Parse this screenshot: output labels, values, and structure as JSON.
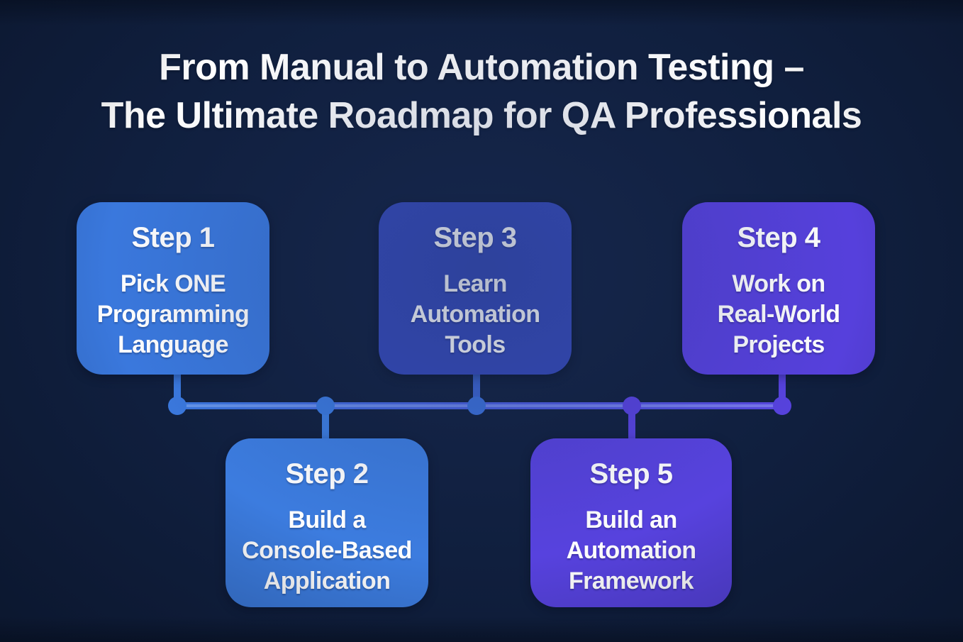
{
  "title": {
    "line1": "From Manual to Automation Testing –",
    "line2": "The Ultimate Roadmap for QA Professionals"
  },
  "steps": [
    {
      "label": "Step 1",
      "description": "Pick ONE\nProgramming\nLanguage",
      "color": "#3a78dd"
    },
    {
      "label": "Step 2",
      "description": "Build a\nConsole-Based\nApplication",
      "color": "#3c7cdf"
    },
    {
      "label": "Step 3",
      "description": "Learn\nAutomation\nTools",
      "color": "#3448b7"
    },
    {
      "label": "Step 4",
      "description": "Work on\nReal-World\nProjects",
      "color": "#5640dc"
    },
    {
      "label": "Step 5",
      "description": "Build an\nAutomation\nFramework",
      "color": "#5742de"
    }
  ],
  "timeline": {
    "line_color_start": "#3a76dd",
    "line_color_end": "#5847e0",
    "dot_colors": [
      "#3a78dd",
      "#3a78dd",
      "#3b6fd9",
      "#5742de",
      "#5742de"
    ],
    "stub_colors": [
      "#3a78dd",
      "#3c7cdf",
      "#3b63cf",
      "#5742de",
      "#5742de"
    ]
  },
  "colors": {
    "background": "#101f3e",
    "text": "#ffffff"
  }
}
